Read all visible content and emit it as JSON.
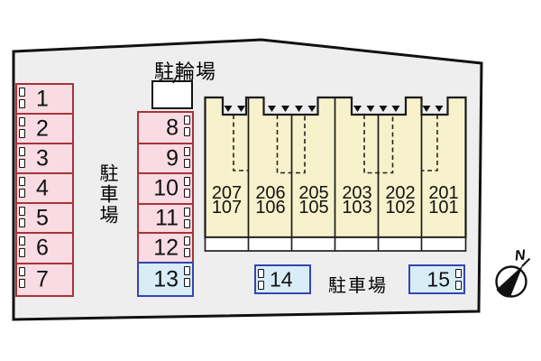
{
  "labels": {
    "bicycle_parking": "駐輪場",
    "parking_lot_left": "駐車場",
    "parking_lot_bottom": "駐車場",
    "compass_north": "N"
  },
  "parking_spaces": {
    "left_column": [
      "1",
      "2",
      "3",
      "4",
      "5",
      "6",
      "7"
    ],
    "middle_column": [
      "8",
      "9",
      "10",
      "11",
      "12"
    ],
    "middle_column_special": "13",
    "bottom_row": [
      "14",
      "15"
    ]
  },
  "building": {
    "units": [
      {
        "upper": "207",
        "lower": "107"
      },
      {
        "upper": "206",
        "lower": "106"
      },
      {
        "upper": "205",
        "lower": "105"
      },
      {
        "upper": "203",
        "lower": "103"
      },
      {
        "upper": "202",
        "lower": "102"
      },
      {
        "upper": "201",
        "lower": "101"
      }
    ]
  },
  "icons": {
    "entrance_marker": "triangle-down-icon",
    "wheel_stop": "wheel-stop-icon",
    "compass": "compass-north-icon"
  },
  "colors": {
    "site_fill": "#eeeeee",
    "space_fill_pink": "#f8dbe3",
    "space_border_red": "#a83338",
    "space_fill_blue": "#d8edf8",
    "space_border_blue": "#3444b4",
    "building_fill": "#f7f2cb",
    "outline": "#111111"
  }
}
